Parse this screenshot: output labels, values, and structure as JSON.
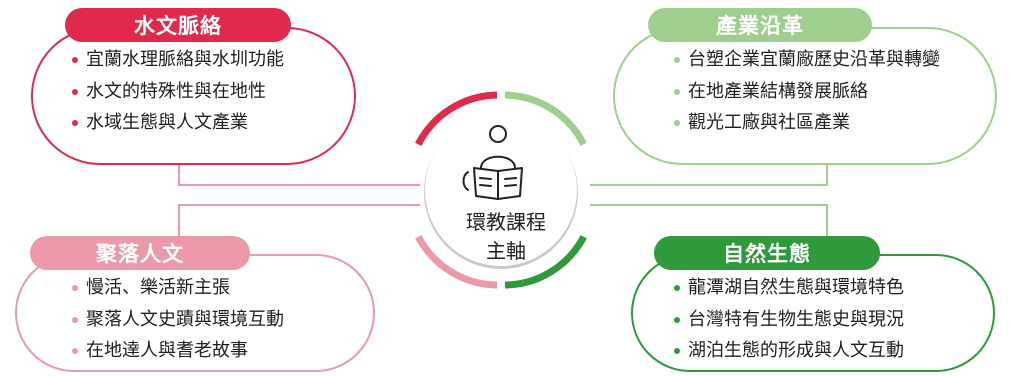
{
  "center": {
    "title": "環教課程主軸"
  },
  "colors": {
    "red": "#e1294c",
    "red_light": "#ec9aaa",
    "green": "#2e9a3c",
    "green_light": "#9ecf8e"
  },
  "topics": [
    {
      "title": "水文脈絡",
      "items": [
        "宜蘭水理脈絡與水圳功能",
        "水文的特殊性與在地性",
        "水域生態與人文產業"
      ]
    },
    {
      "title": "產業沿革",
      "items": [
        "台塑企業宜蘭廠歷史沿革與轉變",
        "在地產業結構發展脈絡",
        "觀光工廠與社區產業"
      ]
    },
    {
      "title": "聚落人文",
      "items": [
        "慢活、樂活新主張",
        "聚落人文史蹟與環境互動",
        "在地達人與耆老故事"
      ]
    },
    {
      "title": "自然生態",
      "items": [
        "龍潭湖自然生態與環境特色",
        "台灣特有生物生態史與現況",
        "湖泊生態的形成與人文互動"
      ]
    }
  ],
  "icons": {
    "center": "reader-book-icon"
  }
}
